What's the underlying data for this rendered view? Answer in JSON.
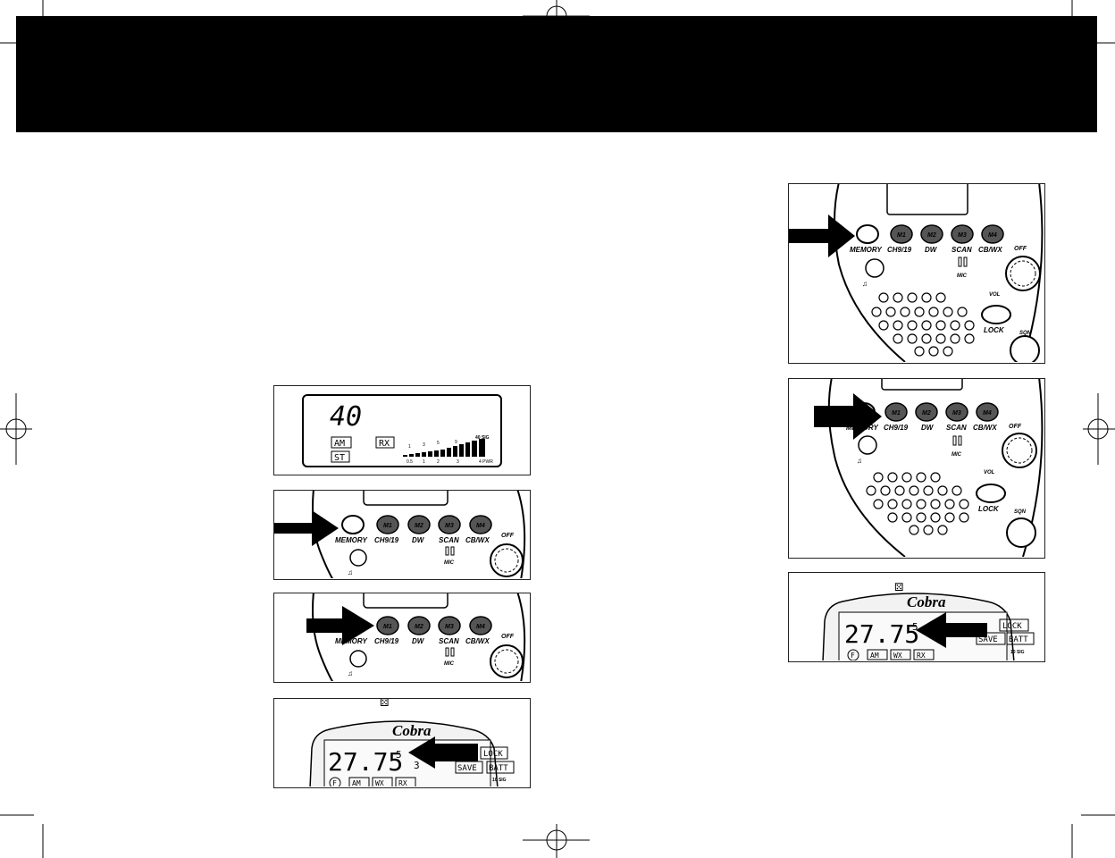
{
  "lcd_panel": {
    "channel": "40",
    "mode_am": "AM",
    "mode_rx": "RX",
    "mode_st": "ST",
    "sig_label": "40 SIG",
    "sig_scale": [
      "1",
      "3",
      "5",
      "9"
    ],
    "pwr_scale": [
      "0.5",
      "1",
      "2",
      "3"
    ],
    "pwr_label": "4 PWR"
  },
  "radio_buttons": {
    "memory": "MEMORY",
    "ch": "CH9/19",
    "dw": "DW",
    "scan": "SCAN",
    "cb": "CB/WX",
    "m1": "M1",
    "m2": "M2",
    "m3": "M3",
    "m4": "M4",
    "mic": "MIC",
    "off": "OFF",
    "vol": "VOL",
    "lock": "LOCK",
    "sqn": "SQN"
  },
  "cobra_display": {
    "brand": "Cobra",
    "frequency": "27.75",
    "sup_digit": "5",
    "sub_digit": "3",
    "lock": "LOCK",
    "save": "SAVE",
    "batt": "BATT",
    "f": "F",
    "am": "AM",
    "wx": "WX",
    "rx": "RX",
    "sig": "10 SIG"
  }
}
